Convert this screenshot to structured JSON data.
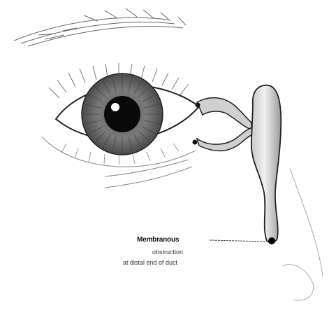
{
  "labels": {
    "title": "Membranous",
    "line2": "obstruction",
    "line3": "at distal end of duct"
  }
}
